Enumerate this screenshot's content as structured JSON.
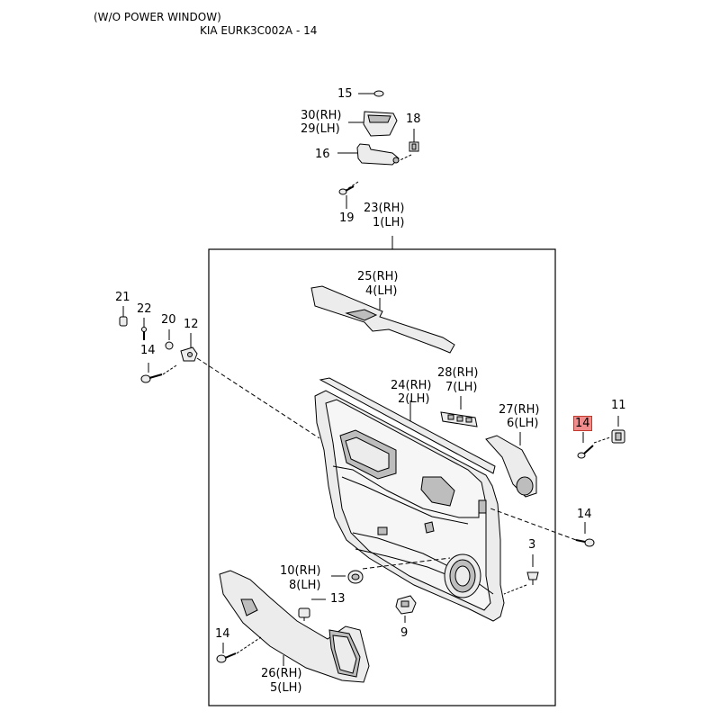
{
  "header": {
    "title": "(W/O POWER WINDOW)",
    "code": "KIA EURK3C002A - 14"
  },
  "callouts": {
    "p15": "15",
    "p30": "30(RH)",
    "p29": "29(LH)",
    "p18": "18",
    "p16": "16",
    "p19": "19",
    "p23": "23(RH)",
    "p1": "1(LH)",
    "p25": "25(RH)",
    "p4": "4(LH)",
    "p21": "21",
    "p22": "22",
    "p20": "20",
    "p12": "12",
    "p14_left": "14",
    "p24": "24(RH)",
    "p2": "2(LH)",
    "p28": "28(RH)",
    "p7": "7(LH)",
    "p27": "27(RH)",
    "p6": "6(LH)",
    "p14_highlight": "14",
    "p11": "11",
    "p14_right": "14",
    "p3": "3",
    "p10": "10(RH)",
    "p8": "8(LH)",
    "p13": "13",
    "p9": "9",
    "p14_bottom": "14",
    "p26": "26(RH)",
    "p5": "5(LH)"
  },
  "colors": {
    "line": "#000000",
    "part_fill": "#ececec",
    "part_shade": "#bdbdbd",
    "highlight": "#f28b8b"
  }
}
